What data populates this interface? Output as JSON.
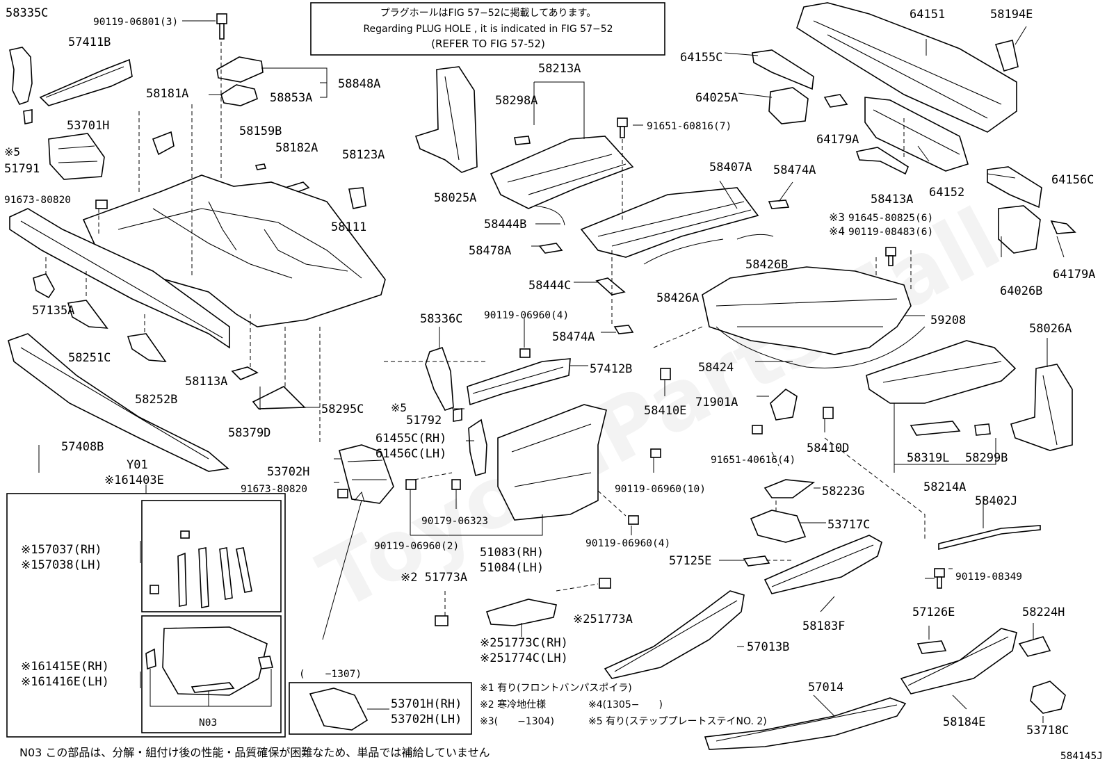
{
  "notice": {
    "line1": "プラグホールはFIG 57−52に掲載してあります。",
    "line2": "Regarding  PLUG  HOLE , it is indicated in FIG  57−52",
    "line3": "(REFER TO FIG 57-52)"
  },
  "watermark": "ToyotaPartsMall",
  "labels": {
    "p58335C": "58335C",
    "p90119_06801": "90119-06801(3)",
    "p57411B": "57411B",
    "p58848A": "58848A",
    "p58853A": "58853A",
    "p58181A": "58181A",
    "p53701H": "53701H",
    "m5a": "※5",
    "p51791": "51791",
    "p58159B": "58159B",
    "p58182A": "58182A",
    "p58123A": "58123A",
    "p91673_80820a": "91673-80820",
    "p58111": "58111",
    "p57135A": "57135A",
    "p58251C": "58251C",
    "p58252B": "58252B",
    "p58113A": "58113A",
    "p58379D": "58379D",
    "p58295C": "58295C",
    "p57408B": "57408B",
    "y01": "Y01",
    "p61403E": "※161403E",
    "p58025A": "58025A",
    "p58298A": "58298A",
    "p58213A": "58213A",
    "p91651_60816": "91651-60816(7)",
    "p58444B": "58444B",
    "p58478A": "58478A",
    "p58407A": "58407A",
    "p58474Aa": "58474A",
    "p58426B": "58426B",
    "p58444C": "58444C",
    "p58426A": "58426A",
    "p58474Ab": "58474A",
    "p64151": "64151",
    "p58194E": "58194E",
    "p64155C": "64155C",
    "p64025A": "64025A",
    "p64179Aa": "64179A",
    "p58413A": "58413A",
    "p64152": "64152",
    "p64156C": "64156C",
    "m3": "※3",
    "p91645_80825": "91645-80825(6)",
    "m4": "※4",
    "p90119_08483": "90119-08483(6)",
    "p64179Ab": "64179A",
    "p64026B": "64026B",
    "p59208": "59208",
    "p58424": "58424",
    "p58410E": "58410E",
    "p71901A": "71901A",
    "p91651_40616": "91651-40616(4)",
    "p58410D": "58410D",
    "p58026A": "58026A",
    "p58319L": "58319L",
    "p58299B": "58299B",
    "p58214A": "58214A",
    "p58402J": "58402J",
    "p58336C": "58336C",
    "p90119_06960_4a": "90119-06960(4)",
    "p57412B": "57412B",
    "m5b": "※5",
    "p51792": "51792",
    "p61455C": "61455C(RH)",
    "p61456C": "61456C(LH)",
    "p53702H": "53702H",
    "p91673_80820b": "91673-80820",
    "p90179_06323": "90179-06323",
    "p90119_06960_10": "90119-06960(10)",
    "p90119_06960_2": "90119-06960(2)",
    "p51083": "51083(RH)",
    "p51084": "51084(LH)",
    "p90119_06960_4b": "90119-06960(4)",
    "p58223G": "58223G",
    "p53717C": "53717C",
    "p57125E": "57125E",
    "p90119_08349": "90119-08349",
    "p51773Aa": "※2 51773A",
    "p51773Ab": "※251773A",
    "p51773C": "※251773C(RH)",
    "p51774C": "※251774C(LH)",
    "p57013B": "57013B",
    "p58183F": "58183F",
    "p57126E": "57126E",
    "p58224H": "58224H",
    "p57014": "57014",
    "p58184E": "58184E",
    "p53718C": "53718C",
    "p57037": "※157037(RH)",
    "p57038": "※157038(LH)",
    "p61415E": "※161415E(RH)",
    "p61416E": "※161416E(LH)",
    "n03": "N03",
    "range1307": "(　　−1307)",
    "p53701H_RH": "53701H(RH)",
    "p53702H_LH": "53702H(LH)"
  },
  "legend": {
    "l1": "※1 有り(フロントバンパスポイラ)",
    "l2": "※2 寒冷地仕様",
    "l4": "※4(1305−　　)",
    "l3": "※3(　　−1304)",
    "l5": "※5 有り(ステッププレートステイNO. 2)"
  },
  "footnote": "N03 この部品は、分解・組付け後の性能・品質確保が困難なため、単品では補給していません",
  "figure_code": "584145J"
}
